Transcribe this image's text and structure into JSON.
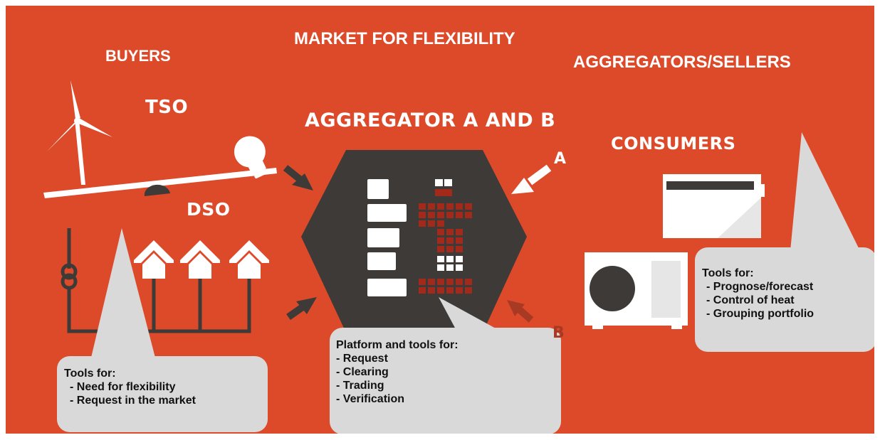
{
  "title": "MARKET FOR FLEXIBILITY",
  "buyers": "BUYERS",
  "sellers": "AGGREGATORS/SELLERS",
  "tso": "TSO",
  "dso": "DSO",
  "aggregator": "AGGREGATOR A AND B",
  "consumers": "CONSUMERS",
  "letter_a": "A",
  "letter_b": "B",
  "callout_buyers": {
    "heading": "Tools for:",
    "items": [
      "- Need for flexibility",
      "- Request in the market"
    ]
  },
  "callout_platform": {
    "heading": "Platform and tools for:",
    "items": [
      "- Request",
      "- Clearing",
      "- Trading",
      "- Verification"
    ]
  },
  "callout_consumers": {
    "heading": "Tools for:",
    "items": [
      "- Prognose/forecast",
      "- Control of heat",
      "- Grouping portfolio"
    ]
  },
  "colors": {
    "background": "#dc4a2a",
    "hexagon": "#3d3a38",
    "callout": "#d9d9d9",
    "accent_dark_red": "#a32a1a",
    "arrow_b": "#a83a24"
  }
}
